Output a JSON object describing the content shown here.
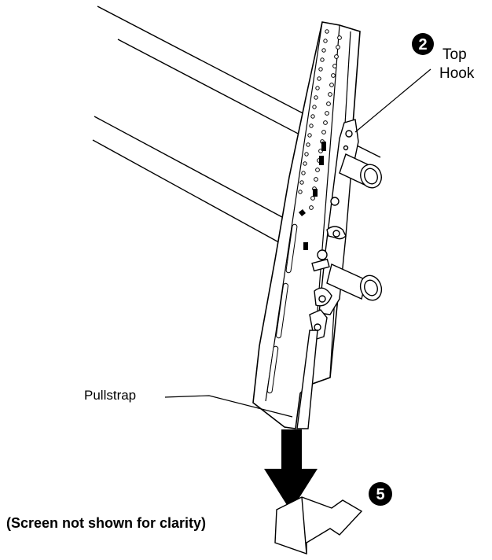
{
  "callouts": {
    "step_2_number": "2",
    "top_hook_line1": "Top",
    "top_hook_line2": "Hook",
    "pullstrap": "Pullstrap",
    "step_5_number": "5",
    "note": "(Screen not shown for clarity)"
  },
  "colors": {
    "line": "#000000",
    "fill": "#ffffff",
    "badge": "#000000",
    "arrow": "#000000"
  },
  "icons": [
    "step-badge-2",
    "step-badge-5",
    "down-arrow-icon",
    "bent-arrow-icon"
  ]
}
